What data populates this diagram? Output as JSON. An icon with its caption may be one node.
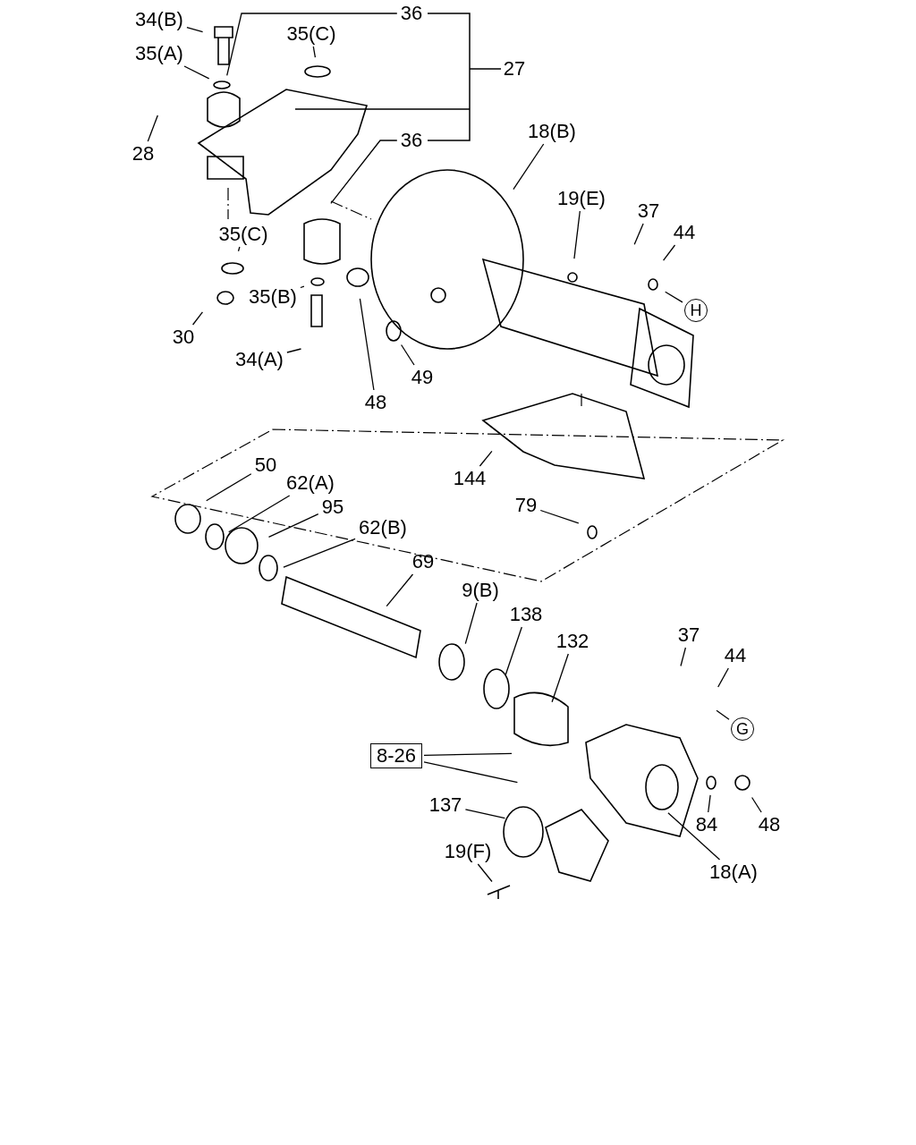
{
  "diagram": {
    "nodes": [
      {
        "text": [
          "34(B)"
        ]
      },
      {
        "text": [
          "35(A)"
        ]
      },
      {
        "text": [
          "36"
        ]
      },
      {
        "text": [
          "35(C)"
        ]
      },
      {
        "text": [
          "28"
        ]
      },
      {
        "text": [
          "36"
        ]
      },
      {
        "text": [
          "18(B)"
        ]
      },
      {
        "text": [
          "19(E)"
        ]
      },
      {
        "text": [
          "37"
        ]
      },
      {
        "text": [
          "44"
        ]
      },
      {
        "text": [
          "H"
        ]
      },
      {
        "text": [
          "35(C)"
        ]
      },
      {
        "text": [
          "30"
        ]
      },
      {
        "text": [
          "35(B)"
        ]
      },
      {
        "text": [
          "34(A)"
        ]
      },
      {
        "text": [
          "48"
        ]
      },
      {
        "text": [
          "49"
        ]
      },
      {
        "text": [
          "144"
        ]
      },
      {
        "text": [
          "79"
        ]
      },
      {
        "text": [
          "50"
        ]
      },
      {
        "text": [
          "62(A)"
        ]
      },
      {
        "text": [
          "95"
        ]
      },
      {
        "text": [
          "62(B)"
        ]
      },
      {
        "text": [
          "69"
        ]
      },
      {
        "text": [
          "9(B)"
        ]
      },
      {
        "text": [
          "138"
        ]
      },
      {
        "text": [
          "132"
        ]
      },
      {
        "text": [
          "37"
        ]
      },
      {
        "text": [
          "44"
        ]
      },
      {
        "text": [
          "G"
        ]
      },
      {
        "text": [
          "8-26"
        ]
      },
      {
        "text": [
          "84"
        ]
      },
      {
        "text": [
          "48"
        ]
      },
      {
        "text": [
          "137"
        ]
      },
      {
        "text": [
          "19(F)"
        ]
      },
      {
        "text": [
          "18(A)"
        ]
      }
    ],
    "edges": [
      {
        "from": 0,
        "to": null,
        "arrow": "none"
      },
      {
        "from": 1,
        "to": null,
        "arrow": "none"
      },
      {
        "from": 2,
        "to": null,
        "arrow": "none"
      },
      {
        "from": 3,
        "to": null,
        "arrow": "none"
      },
      {
        "from": 4,
        "to": null,
        "arrow": "none"
      },
      {
        "from": 5,
        "to": null,
        "arrow": "none"
      },
      {
        "from": 6,
        "to": null,
        "arrow": "none"
      },
      {
        "from": 7,
        "to": null,
        "arrow": "none"
      },
      {
        "from": 8,
        "to": null,
        "arrow": "none"
      },
      {
        "from": 9,
        "to": null,
        "arrow": "none"
      },
      {
        "from": 10,
        "to": null,
        "arrow": "none"
      },
      {
        "from": 11,
        "to": null,
        "arrow": "none"
      },
      {
        "from": 12,
        "to": null,
        "arrow": "none"
      },
      {
        "from": 13,
        "to": null,
        "arrow": "none"
      },
      {
        "from": 14,
        "to": null,
        "arrow": "none"
      },
      {
        "from": 15,
        "to": null,
        "arrow": "none"
      },
      {
        "from": 16,
        "to": null,
        "arrow": "none"
      },
      {
        "from": 17,
        "to": null,
        "arrow": "none"
      },
      {
        "from": 18,
        "to": null,
        "arrow": "none"
      },
      {
        "from": 19,
        "to": null,
        "arrow": "none"
      },
      {
        "from": 20,
        "to": null,
        "arrow": "none"
      },
      {
        "from": 21,
        "to": null,
        "arrow": "none"
      },
      {
        "from": 22,
        "to": null,
        "arrow": "none"
      },
      {
        "from": 23,
        "to": null,
        "arrow": "none"
      },
      {
        "from": 24,
        "to": null,
        "arrow": "none"
      },
      {
        "from": 25,
        "to": null,
        "arrow": "none"
      },
      {
        "from": 26,
        "to": null,
        "arrow": "none"
      },
      {
        "from": 27,
        "to": null,
        "arrow": "none"
      },
      {
        "from": 28,
        "to": null,
        "arrow": "none"
      },
      {
        "from": 29,
        "to": null,
        "arrow": "none"
      },
      {
        "from": 30,
        "to": null,
        "arrow": "none"
      },
      {
        "from": 30,
        "to": null,
        "arrow": "none"
      },
      {
        "from": 31,
        "to": null,
        "arrow": "none"
      },
      {
        "from": 32,
        "to": null,
        "arrow": "none"
      },
      {
        "from": 33,
        "to": null,
        "arrow": "none"
      },
      {
        "from": 34,
        "to": null,
        "arrow": "none"
      },
      {
        "from": 35,
        "to": null,
        "arrow": "none"
      }
    ],
    "labels": [
      "27"
    ]
  }
}
